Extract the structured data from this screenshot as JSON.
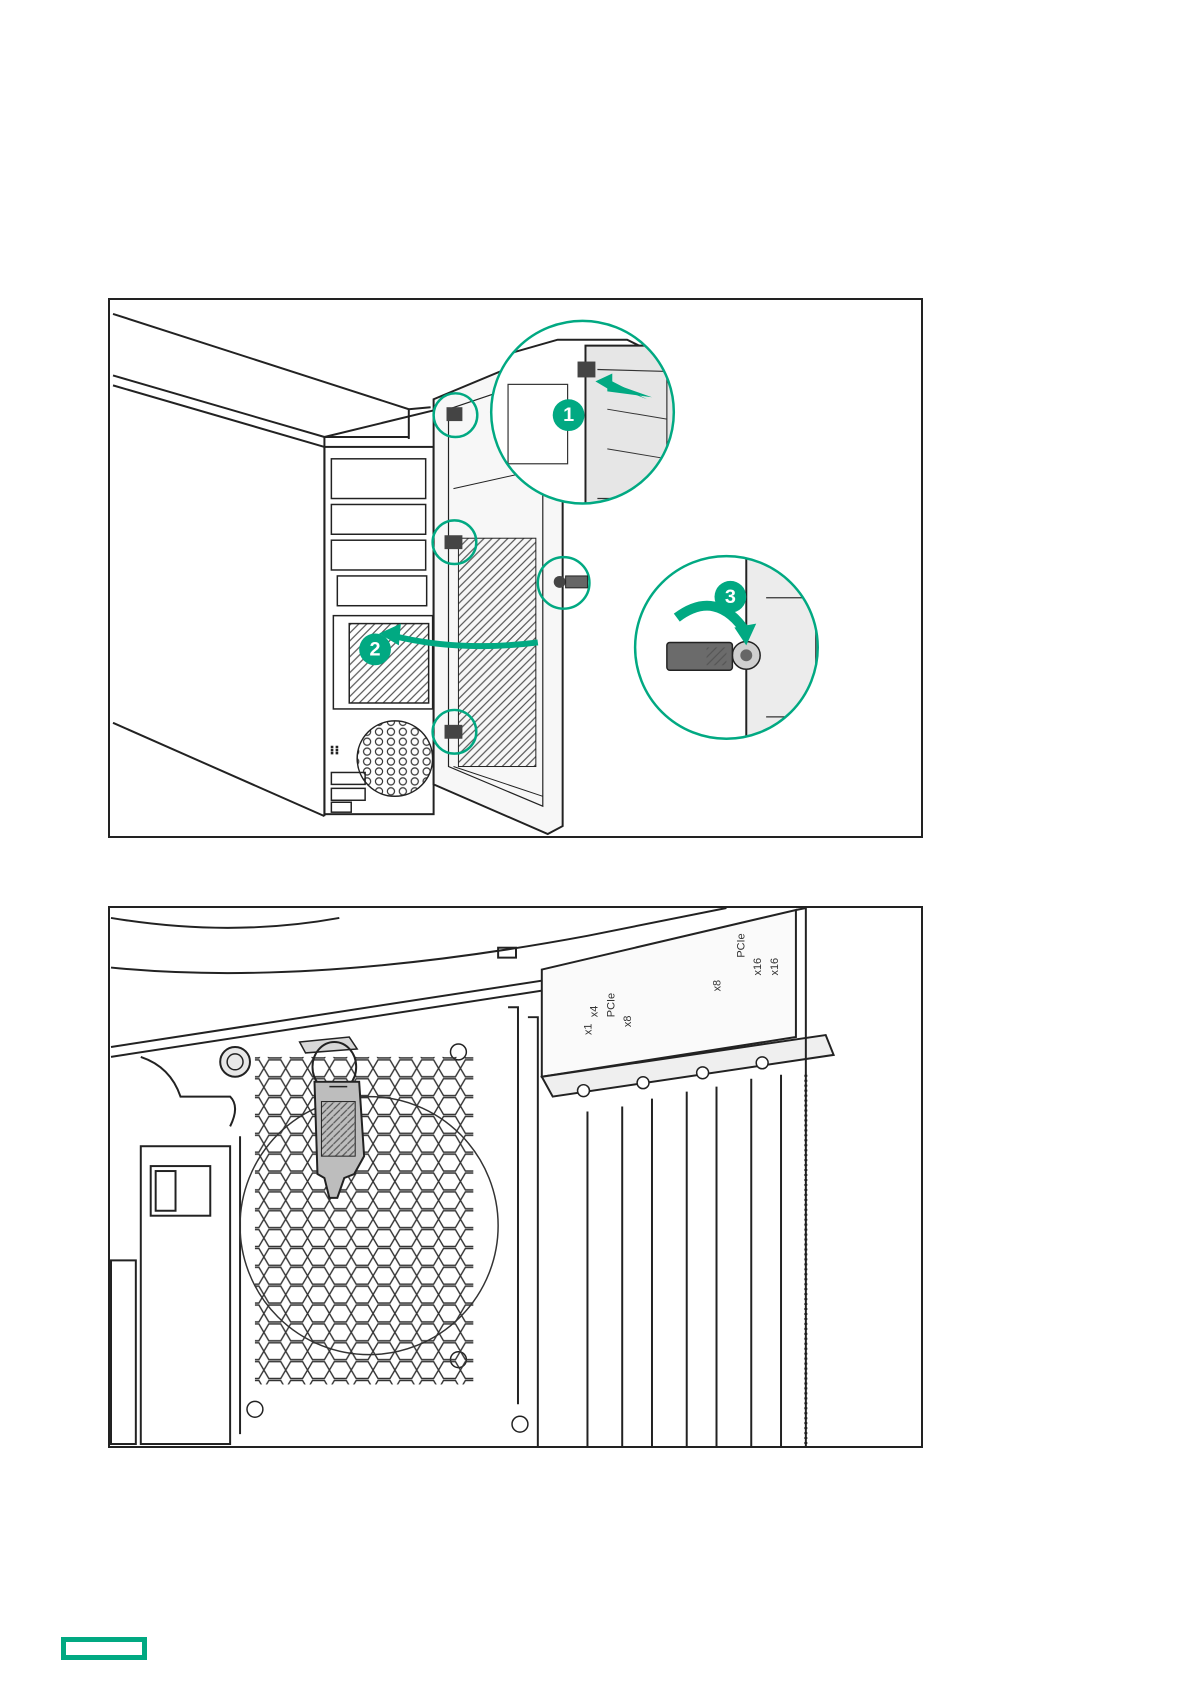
{
  "colors": {
    "accent": "#01a982",
    "line": "#222222",
    "grille": "#555555"
  },
  "figure_1": {
    "callouts": [
      "1",
      "2",
      "3"
    ]
  },
  "figure_2": {
    "slot_labels": [
      "PCIe",
      "x8",
      "x1",
      "x4",
      "x8",
      "PCIe",
      "x16",
      "x16"
    ]
  },
  "footer": {
    "logo_icon": "hpe-logo-mark"
  }
}
